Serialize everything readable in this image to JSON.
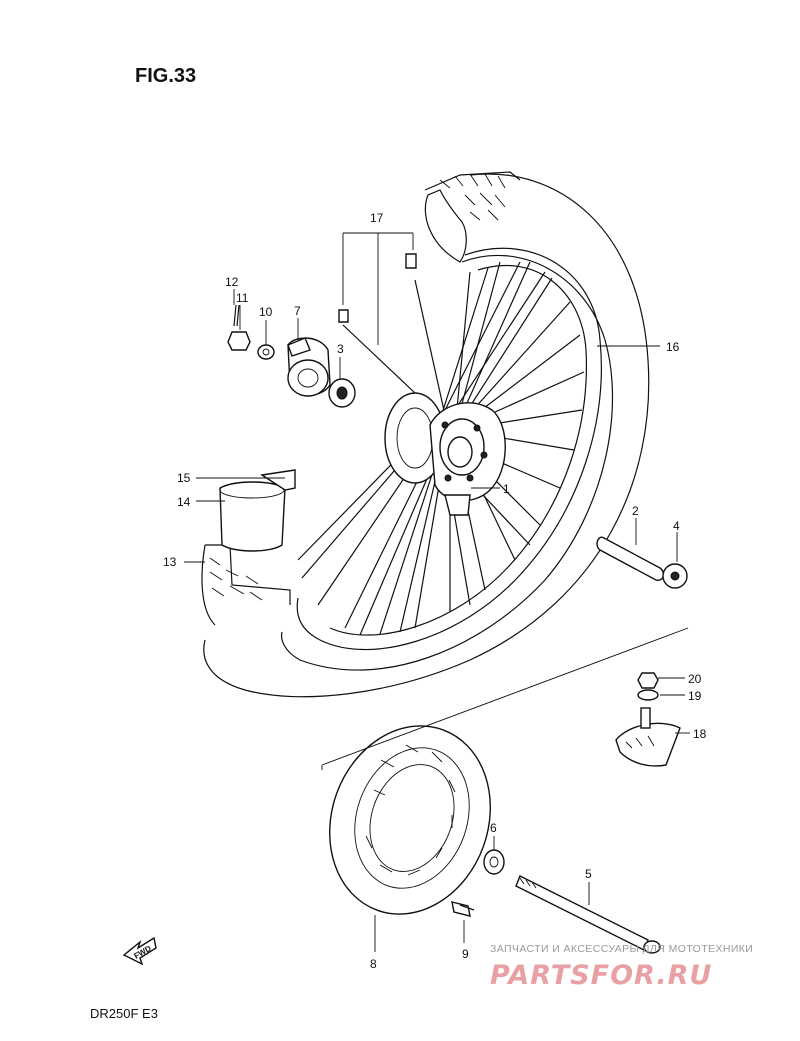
{
  "figure": {
    "title": "FIG.33",
    "model": "DR250F  E3"
  },
  "fwd_label": "FWD",
  "watermark": {
    "line1": "ЗАПЧАСТИ И АКСЕССУАРЫ ДЛЯ МОТОТЕХНИКИ",
    "line2": "PARTSFOR.RU",
    "color": "#e8a0a4"
  },
  "callouts": {
    "p1": "1",
    "p2": "2",
    "p3": "3",
    "p4": "4",
    "p5": "5",
    "p6": "6",
    "p7": "7",
    "p8": "8",
    "p9": "9",
    "p10": "10",
    "p11": "11",
    "p12": "12",
    "p13": "13",
    "p14": "14",
    "p15": "15",
    "p16": "16",
    "p17": "17",
    "p18": "18",
    "p19": "19",
    "p20": "20"
  }
}
